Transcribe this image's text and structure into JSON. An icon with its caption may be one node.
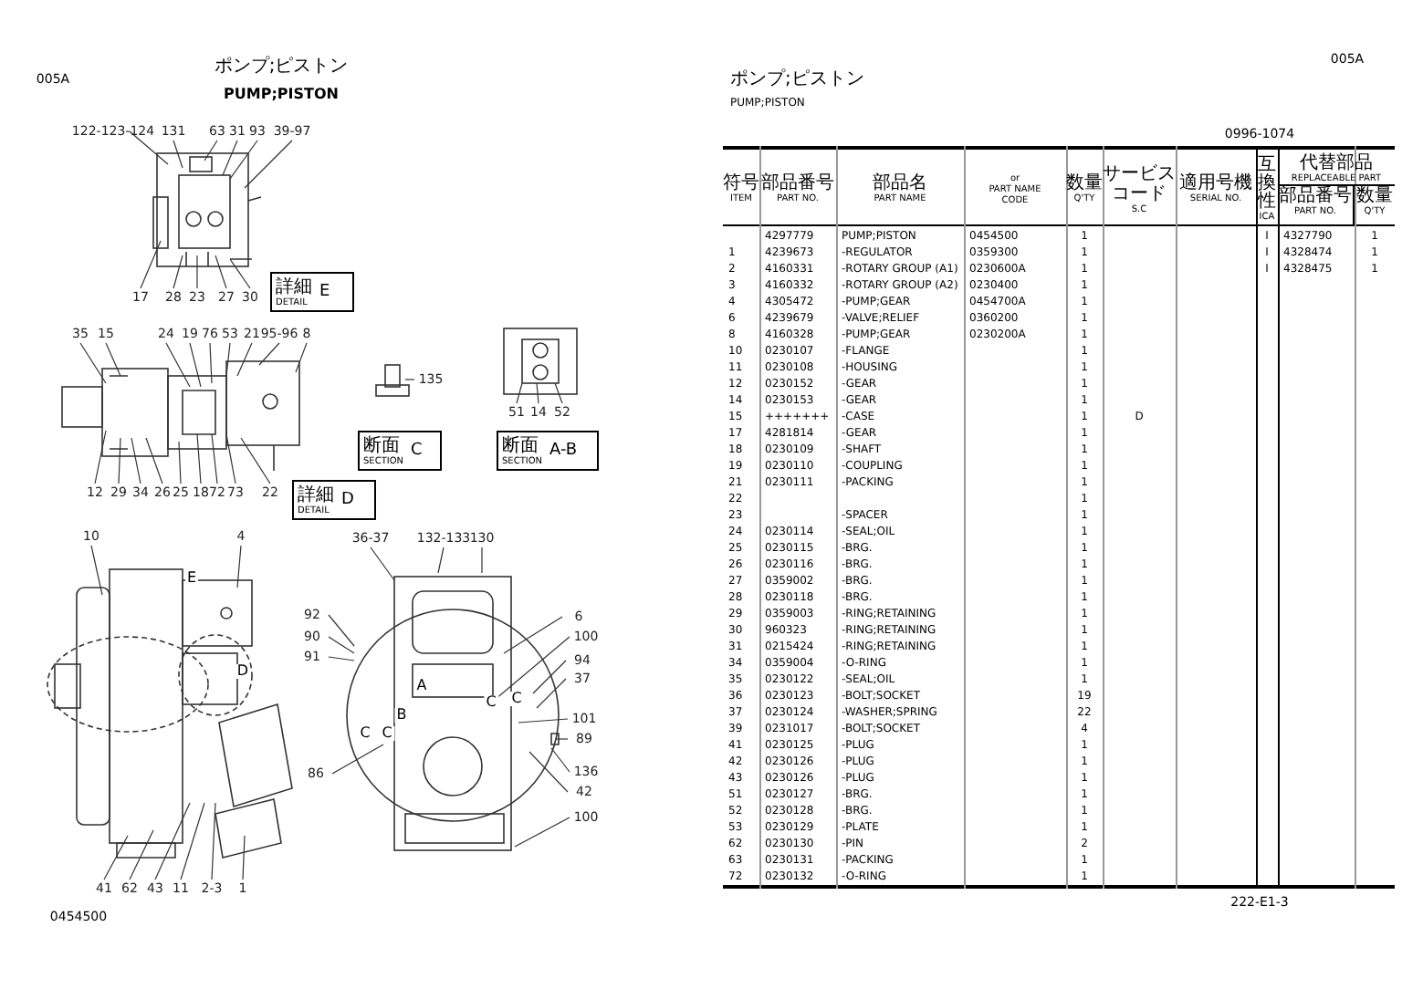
{
  "diagram": {
    "title": "PUMP;PISTON",
    "nodes": [
      {
        "text": [
          "122-123-124"
        ]
      },
      {
        "text": [
          "131"
        ]
      },
      {
        "text": [
          "63"
        ]
      },
      {
        "text": [
          "31"
        ]
      },
      {
        "text": [
          "93"
        ]
      },
      {
        "text": [
          "39-97"
        ]
      },
      {
        "text": [
          "17"
        ]
      },
      {
        "text": [
          "28"
        ]
      },
      {
        "text": [
          "23"
        ]
      },
      {
        "text": [
          "27"
        ]
      },
      {
        "text": [
          "30"
        ]
      },
      {
        "text": [
          "詳細",
          "DETAIL",
          "E"
        ]
      },
      {
        "text": [
          "35"
        ]
      },
      {
        "text": [
          "15"
        ]
      },
      {
        "text": [
          "24"
        ]
      },
      {
        "text": [
          "19"
        ]
      },
      {
        "text": [
          "76"
        ]
      },
      {
        "text": [
          "53"
        ]
      },
      {
        "text": [
          "21"
        ]
      },
      {
        "text": [
          "95-96"
        ]
      },
      {
        "text": [
          "8"
        ]
      },
      {
        "text": [
          "12"
        ]
      },
      {
        "text": [
          "29"
        ]
      },
      {
        "text": [
          "34"
        ]
      },
      {
        "text": [
          "26"
        ]
      },
      {
        "text": [
          "25"
        ]
      },
      {
        "text": [
          "18"
        ]
      },
      {
        "text": [
          "72"
        ]
      },
      {
        "text": [
          "73"
        ]
      },
      {
        "text": [
          "22"
        ]
      },
      {
        "text": [
          "詳細",
          "DETAIL",
          "D"
        ]
      },
      {
        "text": [
          "135"
        ]
      },
      {
        "text": [
          "断面",
          "SECTION",
          "C"
        ]
      },
      {
        "text": [
          "51"
        ]
      },
      {
        "text": [
          "14"
        ]
      },
      {
        "text": [
          "52"
        ]
      },
      {
        "text": [
          "断面",
          "SECTION",
          "A-B"
        ]
      },
      {
        "text": [
          "10"
        ]
      },
      {
        "text": [
          "4"
        ]
      },
      {
        "text": [
          "41"
        ]
      },
      {
        "text": [
          "62"
        ]
      },
      {
        "text": [
          "43"
        ]
      },
      {
        "text": [
          "11"
        ]
      },
      {
        "text": [
          "2-3"
        ]
      },
      {
        "text": [
          "1"
        ]
      },
      {
        "text": [
          "36-37"
        ]
      },
      {
        "text": [
          "132-133"
        ]
      },
      {
        "text": [
          "130"
        ]
      },
      {
        "text": [
          "92"
        ]
      },
      {
        "text": [
          "90"
        ]
      },
      {
        "text": [
          "91"
        ]
      },
      {
        "text": [
          "6"
        ]
      },
      {
        "text": [
          "100"
        ]
      },
      {
        "text": [
          "94"
        ]
      },
      {
        "text": [
          "37"
        ]
      },
      {
        "text": [
          "101"
        ]
      },
      {
        "text": [
          "89"
        ]
      },
      {
        "text": [
          "136"
        ]
      },
      {
        "text": [
          "42"
        ]
      },
      {
        "text": [
          "100"
        ]
      },
      {
        "text": [
          "86"
        ]
      },
      {
        "text": [],
        "shape": "picture"
      },
      {
        "text": [],
        "shape": "picture"
      },
      {
        "text": [],
        "shape": "picture"
      },
      {
        "text": [],
        "shape": "picture"
      },
      {
        "text": [],
        "shape": "picture"
      },
      {
        "text": [],
        "shape": "picture"
      }
    ],
    "edges": [
      {
        "from": 0,
        "to": 61,
        "arrow": "none"
      },
      {
        "from": 1,
        "to": 61,
        "arrow": "none"
      },
      {
        "from": 2,
        "to": 61,
        "arrow": "none"
      },
      {
        "from": 3,
        "to": 61,
        "arrow": "none"
      },
      {
        "from": 4,
        "to": 61,
        "arrow": "none"
      },
      {
        "from": 5,
        "to": 61,
        "arrow": "none"
      },
      {
        "from": 6,
        "to": 61,
        "arrow": "none"
      },
      {
        "from": 7,
        "to": 61,
        "arrow": "none"
      },
      {
        "from": 8,
        "to": 61,
        "arrow": "none"
      },
      {
        "from": 9,
        "to": 61,
        "arrow": "none"
      },
      {
        "from": 10,
        "to": 61,
        "arrow": "none"
      },
      {
        "from": 12,
        "to": 62,
        "arrow": "none"
      },
      {
        "from": 13,
        "to": 62,
        "arrow": "none"
      },
      {
        "from": 14,
        "to": 62,
        "arrow": "none"
      },
      {
        "from": 15,
        "to": 62,
        "arrow": "none"
      },
      {
        "from": 16,
        "to": 62,
        "arrow": "none"
      },
      {
        "from": 17,
        "to": 62,
        "arrow": "none"
      },
      {
        "from": 18,
        "to": 62,
        "arrow": "none"
      },
      {
        "from": 19,
        "to": 62,
        "arrow": "none"
      },
      {
        "from": 20,
        "to": 62,
        "arrow": "none"
      },
      {
        "from": 21,
        "to": 62,
        "arrow": "none"
      },
      {
        "from": 22,
        "to": 62,
        "arrow": "none"
      },
      {
        "from": 23,
        "to": 62,
        "arrow": "none"
      },
      {
        "from": 24,
        "to": 62,
        "arrow": "none"
      },
      {
        "from": 25,
        "to": 62,
        "arrow": "none"
      },
      {
        "from": 26,
        "to": 62,
        "arrow": "none"
      },
      {
        "from": 27,
        "to": 62,
        "arrow": "none"
      },
      {
        "from": 28,
        "to": 62,
        "arrow": "none"
      },
      {
        "from": 29,
        "to": 62,
        "arrow": "none"
      },
      {
        "from": 31,
        "to": 63,
        "arrow": "none"
      },
      {
        "from": 33,
        "to": 64,
        "arrow": "none"
      },
      {
        "from": 34,
        "to": 64,
        "arrow": "none"
      },
      {
        "from": 35,
        "to": 64,
        "arrow": "none"
      },
      {
        "from": 37,
        "to": 65,
        "arrow": "none"
      },
      {
        "from": 38,
        "to": 65,
        "arrow": "none"
      },
      {
        "from": 39,
        "to": 65,
        "arrow": "none"
      },
      {
        "from": 40,
        "to": 65,
        "arrow": "none"
      },
      {
        "from": 41,
        "to": 65,
        "arrow": "none"
      },
      {
        "from": 42,
        "to": 65,
        "arrow": "none"
      },
      {
        "from": 43,
        "to": 65,
        "arrow": "none"
      },
      {
        "from": 44,
        "to": 65,
        "arrow": "none"
      },
      {
        "from": 45,
        "to": 66,
        "arrow": "none"
      },
      {
        "from": 46,
        "to": 66,
        "arrow": "none"
      },
      {
        "from": 47,
        "to": 66,
        "arrow": "none"
      },
      {
        "from": 48,
        "to": 66,
        "arrow": "none"
      },
      {
        "from": 49,
        "to": 66,
        "arrow": "none"
      },
      {
        "from": 50,
        "to": 66,
        "arrow": "none"
      },
      {
        "from": 51,
        "to": 66,
        "arrow": "none"
      },
      {
        "from": 52,
        "to": 66,
        "arrow": "none"
      },
      {
        "from": 53,
        "to": 66,
        "arrow": "none"
      },
      {
        "from": 54,
        "to": 66,
        "arrow": "none"
      },
      {
        "from": 55,
        "to": 66,
        "arrow": "none"
      },
      {
        "from": 56,
        "to": 66,
        "arrow": "none"
      },
      {
        "from": 57,
        "to": 66,
        "arrow": "none"
      },
      {
        "from": 58,
        "to": 66,
        "arrow": "none"
      },
      {
        "from": 59,
        "to": 66,
        "arrow": "none"
      },
      {
        "from": 60,
        "to": 66,
        "arrow": "none"
      }
    ],
    "labels": [
      "005A",
      "ポンプ;ピストン",
      "E",
      "D",
      "A",
      "C",
      "C",
      "B",
      "C",
      "C",
      "0454500",
      "005A",
      "ポンプ;ピストン",
      "PUMP;PISTON",
      "0996-1074",
      "符号",
      "ITEM",
      "部品番号",
      "PART NO.",
      "部品名",
      "PART NAME",
      "or",
      "PART NAME",
      "CODE",
      "数量",
      "Q'TY",
      "サービスコード",
      "S.C",
      "適用号機",
      "SERIAL NO.",
      "互換性",
      "ICA",
      "代替部品",
      "REPLACEABLE PART",
      "部品番号",
      "PART NO.",
      "数量",
      "Q'TY",
      "4297779",
      "PUMP;PISTON",
      "0454500",
      "1",
      "I",
      "4327790",
      "1",
      "1",
      "4239673",
      "-REGULATOR",
      "0359300",
      "1",
      "I",
      "4328474",
      "1",
      "2",
      "4160331",
      "-ROTARY GROUP (A1)",
      "0230600A",
      "1",
      "I",
      "4328475",
      "1",
      "3",
      "4160332",
      "-ROTARY GROUP (A2)",
      "0230400",
      "1",
      "4",
      "4305472",
      "-PUMP;GEAR",
      "0454700A",
      "1",
      "6",
      "4239679",
      "-VALVE;RELIEF",
      "0360200",
      "1",
      "8",
      "4160328",
      "-PUMP;GEAR",
      "0230200A",
      "1",
      "10",
      "0230107",
      "-FLANGE",
      "1",
      "11",
      "0230108",
      "-HOUSING",
      "1",
      "12",
      "0230152",
      "-GEAR",
      "1",
      "14",
      "0230153",
      "-GEAR",
      "1",
      "15",
      "+++++++",
      "-CASE",
      "1",
      "D",
      "17",
      "4281814",
      "-GEAR",
      "1",
      "18",
      "0230109",
      "-SHAFT",
      "1",
      "19",
      "0230110",
      "-COUPLING",
      "1",
      "21",
      "0230111",
      "-PACKING",
      "1",
      "22",
      "1",
      "23",
      "-SPACER",
      "1",
      "24",
      "0230114",
      "-SEAL;OIL",
      "1",
      "25",
      "0230115",
      "-BRG.",
      "1",
      "26",
      "0230116",
      "-BRG.",
      "1",
      "27",
      "0359002",
      "-BRG.",
      "1",
      "28",
      "0230118",
      "-BRG.",
      "1",
      "29",
      "0359003",
      "-RING;RETAINING",
      "1",
      "30",
      "960323",
      "-RING;RETAINING",
      "1",
      "31",
      "0215424",
      "-RING;RETAINING",
      "1",
      "34",
      "0359004",
      "-O-RING",
      "1",
      "35",
      "0230122",
      "-SEAL;OIL",
      "1",
      "36",
      "0230123",
      "-BOLT;SOCKET",
      "19",
      "37",
      "0230124",
      "-WASHER;SPRING",
      "22",
      "39",
      "0231017",
      "-BOLT;SOCKET",
      "4",
      "41",
      "0230125",
      "-PLUG",
      "1",
      "42",
      "0230126",
      "-PLUG",
      "1",
      "43",
      "0230126",
      "-PLUG",
      "1",
      "51",
      "0230127",
      "-BRG.",
      "1",
      "52",
      "0230128",
      "-BRG.",
      "1",
      "53",
      "0230129",
      "-PLATE",
      "1",
      "62",
      "0230130",
      "-PIN",
      "2",
      "63",
      "0230131",
      "-PACKING",
      "1",
      "72",
      "0230132",
      "-O-RING",
      "1",
      "222-E1-3"
    ]
  }
}
